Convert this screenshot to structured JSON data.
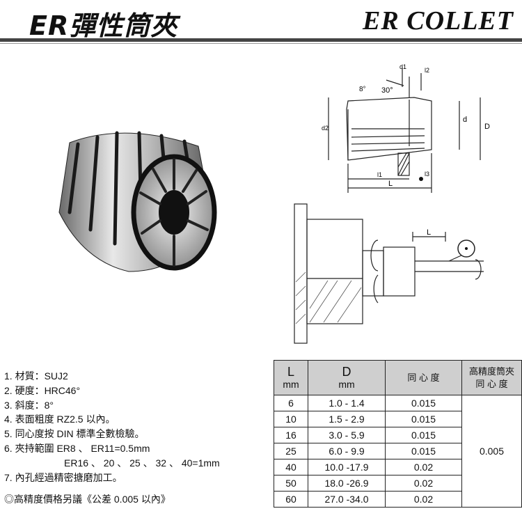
{
  "header": {
    "title_cn": "ER彈性筒夾",
    "title_en": "ER COLLET"
  },
  "diagram": {
    "d1": "d1",
    "l2": "l2",
    "angle30": "30°",
    "angle8": "8°",
    "d": "d",
    "D": "D",
    "d2": "d2",
    "l1": "l1",
    "l3": "l3",
    "L": "L",
    "L2": "L"
  },
  "specs": [
    "1. 材質：SUJ2",
    "2. 硬度：HRC46°",
    "3. 斜度：8°",
    "4. 表面粗度 RZ2.5 以內。",
    "5. 同心度按 DIN 標準全數檢驗。",
    "6. 夾持範圍 ER8 、 ER11=0.5mm",
    "ER16 、 20 、 25 、 32 、 40=1mm",
    "7. 內孔經過精密搪磨加工。"
  ],
  "note": "◎高精度價格另議《公差 0.005 以內》",
  "table": {
    "h_L": "L",
    "h_L_unit": "mm",
    "h_D": "D",
    "h_D_unit": "mm",
    "h_conc": "同 心 度",
    "h_hp1": "高精度筒夾",
    "h_hp2": "同 心 度",
    "hp_value": "0.005",
    "rows": [
      {
        "L": "6",
        "D": "1.0  -  1.4",
        "c": "0.015"
      },
      {
        "L": "10",
        "D": "1.5  -  2.9",
        "c": "0.015"
      },
      {
        "L": "16",
        "D": "3.0  -  5.9",
        "c": "0.015"
      },
      {
        "L": "25",
        "D": "6.0  -  9.9",
        "c": "0.015"
      },
      {
        "L": "40",
        "D": "10.0  -17.9",
        "c": "0.02"
      },
      {
        "L": "50",
        "D": "18.0  -26.9",
        "c": "0.02"
      },
      {
        "L": "60",
        "D": "27.0  -34.0",
        "c": "0.02"
      }
    ]
  }
}
